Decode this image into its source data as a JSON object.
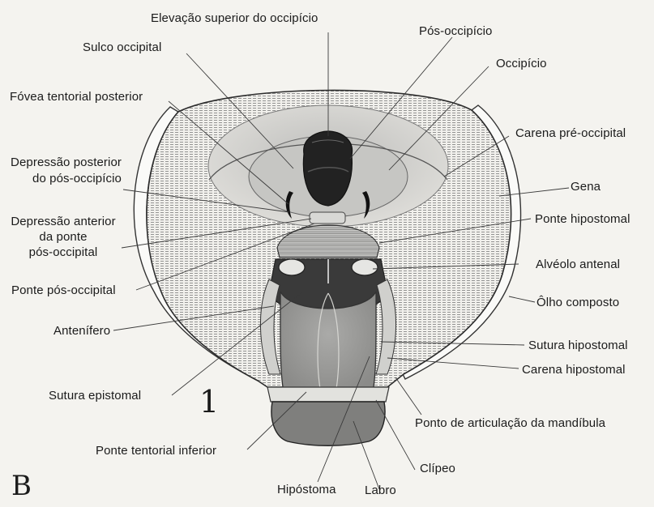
{
  "figure": {
    "panel_letter": "B",
    "figure_number": "1"
  },
  "labels": {
    "elevacao_superior": "Elevação superior do occipício",
    "sulco_occipital": "Sulco occipital",
    "pos_occipicio": "Pós-occipício",
    "occipicio": "Occipício",
    "fovea_tentorial": "Fóvea tentorial posterior",
    "carena_pre_occipital": "Carena pré-occipital",
    "depressao_posterior_1": "Depressão posterior",
    "depressao_posterior_2": "do pós-occipício",
    "gena": "Gena",
    "depressao_anterior_1": "Depressão anterior",
    "depressao_anterior_2": "da ponte",
    "depressao_anterior_3": "pós-occipital",
    "ponte_hipostomal": "Ponte hipostomal",
    "alveolo_antenal": "Alvéolo antenal",
    "ponte_pos_occipital": "Ponte pós-occipital",
    "olho_composto": "Ôlho composto",
    "antenifero": "Antenífero",
    "sutura_hipostomal": "Sutura hipostomal",
    "carena_hipostomal": "Carena hipostomal",
    "sutura_epistomal": "Sutura epistomal",
    "ponto_articulacao": "Ponto de articulação da mandíbula",
    "ponte_tentorial_inferior": "Ponte tentorial inferior",
    "clipeo": "Clípeo",
    "hipostoma": "Hipóstoma",
    "labro": "Labro"
  }
}
